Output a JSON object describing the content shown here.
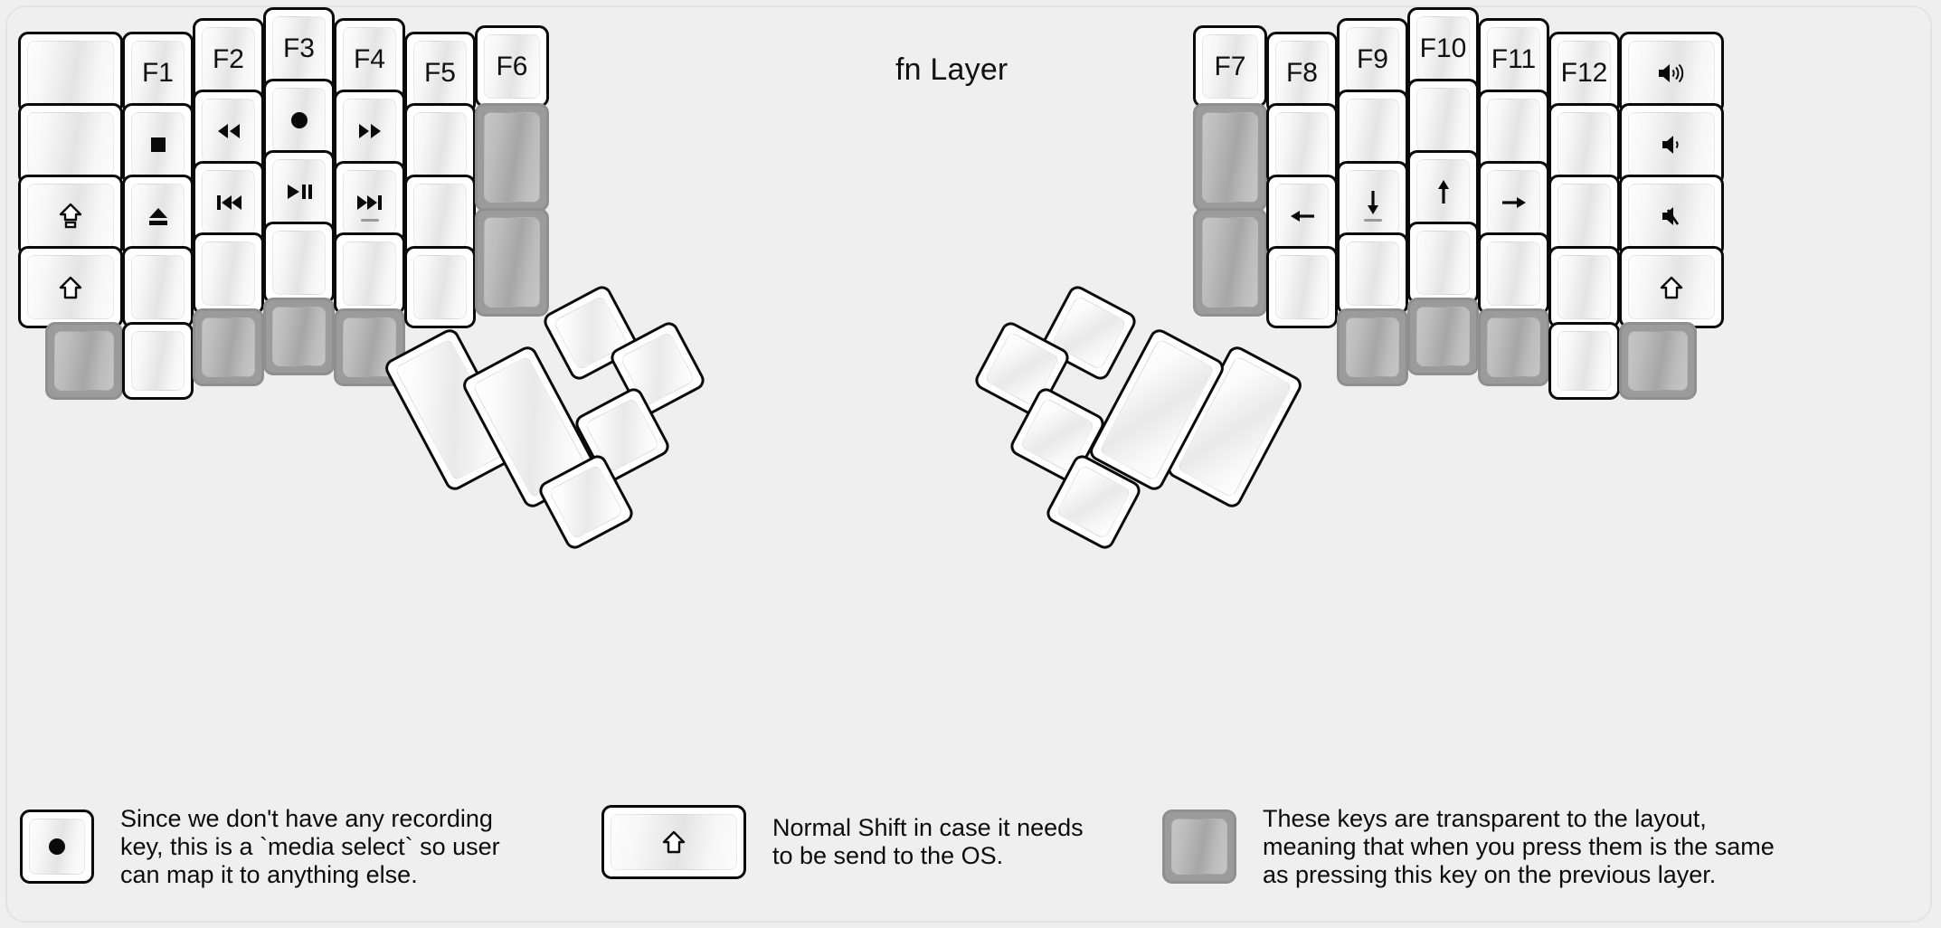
{
  "title": "fn Layer",
  "colors": {
    "background": "#efefef",
    "key_border": "#0a0a0a",
    "key_face_light": "#fdfdfd",
    "key_face_shade": "#e4e4e4",
    "transparent_border": "#8f8f8f",
    "transparent_face": "#b4b4b4"
  },
  "left_half": {
    "columns": [
      {
        "name": "col-1",
        "keys": [
          {
            "label": "",
            "icon": "",
            "type": "normal"
          },
          {
            "label": "",
            "icon": "",
            "type": "normal"
          },
          {
            "label": "",
            "icon": "caps-lock-icon",
            "type": "normal"
          },
          {
            "label": "",
            "icon": "shift-icon",
            "type": "normal"
          }
        ]
      },
      {
        "name": "col-2",
        "keys": [
          {
            "label": "F1",
            "icon": "",
            "type": "normal"
          },
          {
            "label": "",
            "icon": "media-stop-icon",
            "type": "normal"
          },
          {
            "label": "",
            "icon": "media-eject-icon",
            "type": "normal"
          },
          {
            "label": "",
            "icon": "",
            "type": "normal"
          },
          {
            "label": "",
            "icon": "",
            "type": "normal"
          }
        ]
      },
      {
        "name": "col-3",
        "keys": [
          {
            "label": "F2",
            "icon": "",
            "type": "normal"
          },
          {
            "label": "",
            "icon": "media-rewind-icon",
            "type": "normal"
          },
          {
            "label": "",
            "icon": "media-prev-track-icon",
            "type": "normal"
          },
          {
            "label": "",
            "icon": "",
            "type": "normal"
          },
          {
            "label": "",
            "icon": "",
            "type": "transparent"
          }
        ]
      },
      {
        "name": "col-4",
        "keys": [
          {
            "label": "F3",
            "icon": "",
            "type": "normal"
          },
          {
            "label": "",
            "icon": "media-record-icon",
            "type": "normal"
          },
          {
            "label": "",
            "icon": "media-play-pause-icon",
            "type": "normal"
          },
          {
            "label": "",
            "icon": "",
            "type": "normal"
          },
          {
            "label": "",
            "icon": "",
            "type": "transparent"
          }
        ]
      },
      {
        "name": "col-5",
        "keys": [
          {
            "label": "F4",
            "icon": "",
            "type": "normal"
          },
          {
            "label": "",
            "icon": "media-fast-forward-icon",
            "type": "normal"
          },
          {
            "label": "",
            "icon": "media-next-track-icon",
            "type": "normal",
            "homing": true
          },
          {
            "label": "",
            "icon": "",
            "type": "normal"
          },
          {
            "label": "",
            "icon": "",
            "type": "transparent"
          }
        ]
      },
      {
        "name": "col-6",
        "keys": [
          {
            "label": "F5",
            "icon": "",
            "type": "normal"
          },
          {
            "label": "",
            "icon": "",
            "type": "normal"
          },
          {
            "label": "",
            "icon": "",
            "type": "normal"
          },
          {
            "label": "",
            "icon": "",
            "type": "normal"
          }
        ]
      },
      {
        "name": "col-7",
        "keys": [
          {
            "label": "F6",
            "icon": "",
            "type": "normal"
          },
          {
            "label": "",
            "icon": "",
            "type": "transparent",
            "tall": true
          },
          {
            "label": "",
            "icon": "",
            "type": "transparent",
            "tall": true
          }
        ]
      }
    ],
    "thumb_cluster": [
      {
        "name": "thumb-big-1",
        "label": "",
        "icon": "",
        "type": "normal",
        "size": "2u"
      },
      {
        "name": "thumb-big-2",
        "label": "",
        "icon": "",
        "type": "normal",
        "size": "2u"
      },
      {
        "name": "thumb-small-1",
        "label": "",
        "icon": "",
        "type": "normal",
        "size": "1u"
      },
      {
        "name": "thumb-small-2",
        "label": "",
        "icon": "",
        "type": "normal",
        "size": "1u"
      },
      {
        "name": "thumb-small-3",
        "label": "",
        "icon": "",
        "type": "normal",
        "size": "1u"
      },
      {
        "name": "thumb-small-4",
        "label": "",
        "icon": "",
        "type": "normal",
        "size": "1u"
      }
    ]
  },
  "right_half": {
    "columns": [
      {
        "name": "col-1",
        "keys": [
          {
            "label": "F7",
            "icon": "",
            "type": "normal"
          },
          {
            "label": "",
            "icon": "",
            "type": "transparent",
            "tall": true
          },
          {
            "label": "",
            "icon": "",
            "type": "transparent",
            "tall": true
          }
        ]
      },
      {
        "name": "col-2",
        "keys": [
          {
            "label": "F8",
            "icon": "",
            "type": "normal"
          },
          {
            "label": "",
            "icon": "",
            "type": "normal"
          },
          {
            "label": "",
            "icon": "arrow-left-icon",
            "type": "normal"
          },
          {
            "label": "",
            "icon": "",
            "type": "normal"
          }
        ]
      },
      {
        "name": "col-3",
        "keys": [
          {
            "label": "F9",
            "icon": "",
            "type": "normal"
          },
          {
            "label": "",
            "icon": "",
            "type": "normal"
          },
          {
            "label": "",
            "icon": "arrow-down-icon",
            "type": "normal",
            "homing": true
          },
          {
            "label": "",
            "icon": "",
            "type": "normal"
          },
          {
            "label": "",
            "icon": "",
            "type": "transparent"
          }
        ]
      },
      {
        "name": "col-4",
        "keys": [
          {
            "label": "F10",
            "icon": "",
            "type": "normal"
          },
          {
            "label": "",
            "icon": "",
            "type": "normal"
          },
          {
            "label": "",
            "icon": "arrow-up-icon",
            "type": "normal"
          },
          {
            "label": "",
            "icon": "",
            "type": "normal"
          },
          {
            "label": "",
            "icon": "",
            "type": "transparent"
          }
        ]
      },
      {
        "name": "col-5",
        "keys": [
          {
            "label": "F11",
            "icon": "",
            "type": "normal"
          },
          {
            "label": "",
            "icon": "",
            "type": "normal"
          },
          {
            "label": "",
            "icon": "arrow-right-icon",
            "type": "normal"
          },
          {
            "label": "",
            "icon": "",
            "type": "normal"
          },
          {
            "label": "",
            "icon": "",
            "type": "transparent"
          }
        ]
      },
      {
        "name": "col-6",
        "keys": [
          {
            "label": "F12",
            "icon": "",
            "type": "normal"
          },
          {
            "label": "",
            "icon": "",
            "type": "normal"
          },
          {
            "label": "",
            "icon": "",
            "type": "normal"
          },
          {
            "label": "",
            "icon": "",
            "type": "normal"
          },
          {
            "label": "",
            "icon": "",
            "type": "normal"
          }
        ]
      },
      {
        "name": "col-7",
        "keys": [
          {
            "label": "",
            "icon": "volume-up-icon",
            "type": "normal"
          },
          {
            "label": "",
            "icon": "volume-down-icon",
            "type": "normal"
          },
          {
            "label": "",
            "icon": "volume-mute-icon",
            "type": "normal"
          },
          {
            "label": "",
            "icon": "shift-icon",
            "type": "normal"
          },
          {
            "label": "",
            "icon": "",
            "type": "transparent"
          }
        ]
      }
    ],
    "thumb_cluster": [
      {
        "name": "thumb-big-1",
        "label": "",
        "icon": "",
        "type": "normal",
        "size": "2u"
      },
      {
        "name": "thumb-big-2",
        "label": "",
        "icon": "",
        "type": "normal",
        "size": "2u"
      },
      {
        "name": "thumb-small-1",
        "label": "",
        "icon": "",
        "type": "normal",
        "size": "1u"
      },
      {
        "name": "thumb-small-2",
        "label": "",
        "icon": "",
        "type": "normal",
        "size": "1u"
      },
      {
        "name": "thumb-small-3",
        "label": "",
        "icon": "",
        "type": "normal",
        "size": "1u"
      },
      {
        "name": "thumb-small-4",
        "label": "",
        "icon": "",
        "type": "normal",
        "size": "1u"
      }
    ]
  },
  "legend": [
    {
      "key_icon": "media-record-icon",
      "key_type": "normal",
      "text": "Since we don't have any recording\nkey, this is a `media select` so user\ncan map it to anything else."
    },
    {
      "key_icon": "shift-icon",
      "key_type": "normal",
      "text": "Normal Shift in case it needs\nto be send to the OS."
    },
    {
      "key_icon": "",
      "key_type": "transparent",
      "text": "These keys are transparent to the layout,\nmeaning that when you press them is the same\nas pressing this key on the previous layer."
    }
  ]
}
